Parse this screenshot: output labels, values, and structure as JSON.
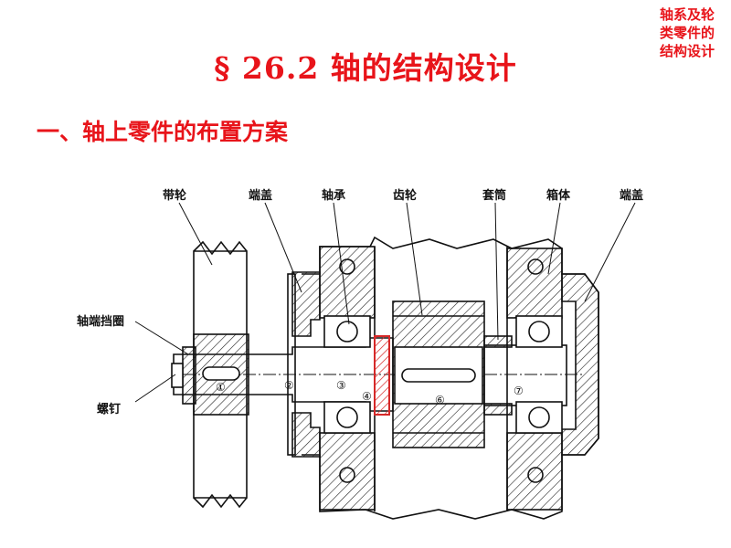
{
  "corner_note": [
    "轴系及轮",
    "类零件的",
    "结构设计"
  ],
  "title": "§ 26.2  轴的结构设计",
  "subtitle": "一、轴上零件的布置方案",
  "diagram": {
    "top_labels": {
      "pulley": "带轮",
      "end_cover_left": "端盖",
      "bearing": "轴承",
      "gear": "齿轮",
      "sleeve": "套筒",
      "housing": "箱体",
      "end_cover_right": "端盖"
    },
    "left_labels": {
      "retaining_ring": "轴端挡圈",
      "screw": "螺钉"
    },
    "segments": [
      "①",
      "②",
      "③",
      "④",
      "⑥",
      "⑦"
    ]
  },
  "colors": {
    "accent": "#e8141a",
    "highlight": "#d62828"
  }
}
